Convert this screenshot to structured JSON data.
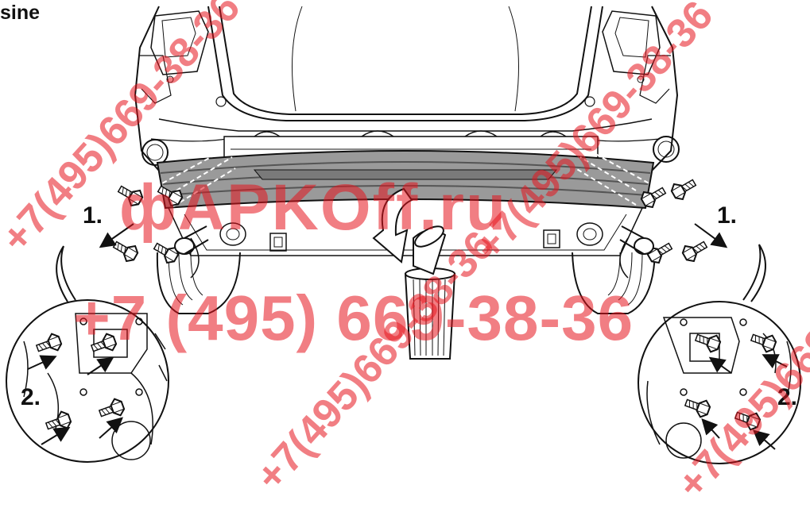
{
  "header": {
    "title": "sine"
  },
  "steps": {
    "left_1": "1.",
    "right_1": "1.",
    "left_2": "2.",
    "right_2": "2."
  },
  "watermark": {
    "brand": "фAPKOff.ru",
    "phone": "+7 (495) 669-38-36",
    "phone_small": "+7(495)669-38-36"
  },
  "colors": {
    "line": "#111111",
    "watermark": "#e6141e"
  },
  "icons": [
    "car-rear-outline",
    "bumper-reinforcement-beam",
    "bolt-icon",
    "removal-arrow-icon",
    "trash-bin-icon",
    "detail-magnifier-circle"
  ]
}
